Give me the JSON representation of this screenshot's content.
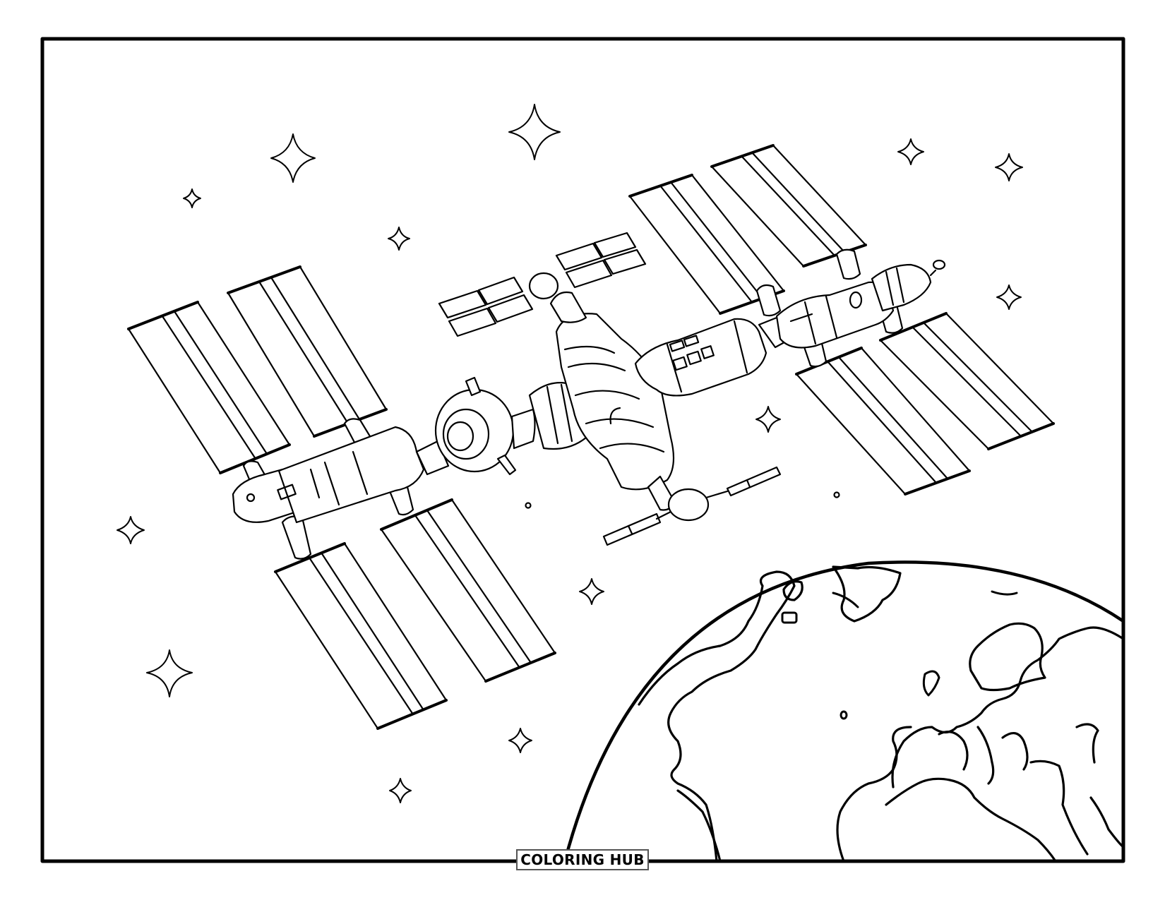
{
  "page": {
    "type": "coloring-page",
    "subject": "Space station orbiting Earth with stars",
    "background_color": "#ffffff",
    "line_color": "#000000"
  },
  "branding": {
    "label": "COLORING HUB"
  },
  "scene": {
    "station": {
      "solar_panel_count": 8,
      "small_panel_arrays": 2,
      "modules": [
        "left-module",
        "docking-node",
        "spherical-module",
        "central-core",
        "lab-module",
        "right-node",
        "right-capsule"
      ]
    },
    "earth": {
      "visible_continents": [
        "North America",
        "Greenland",
        "Europe",
        "Africa",
        "South America",
        "Middle East"
      ]
    },
    "stars": 15
  }
}
